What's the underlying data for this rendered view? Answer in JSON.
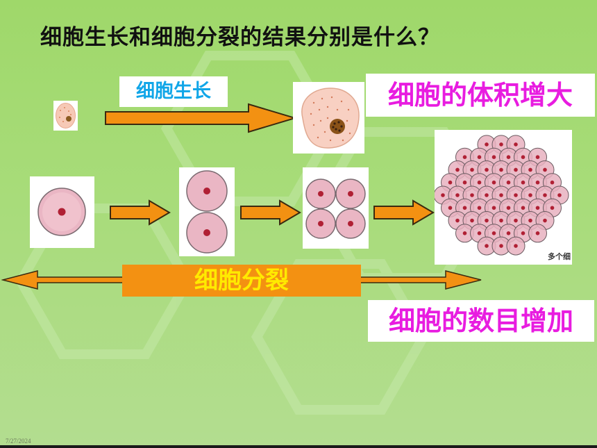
{
  "slide": {
    "title": "细胞生长和细胞分裂的结果分别是什么？",
    "growth_label": "细胞生长",
    "growth_result": "细胞的体积增大",
    "division_label": "细胞分裂",
    "division_result": "细胞的数目增加",
    "many_cells_caption": "多个细",
    "date": "7/27/2024"
  },
  "colors": {
    "background": "#a8dc7a",
    "arrow_orange": "#f39112",
    "label_blue": "#11a6e8",
    "result_magenta": "#e81ce0",
    "division_text_yellow": "#ffea00"
  }
}
